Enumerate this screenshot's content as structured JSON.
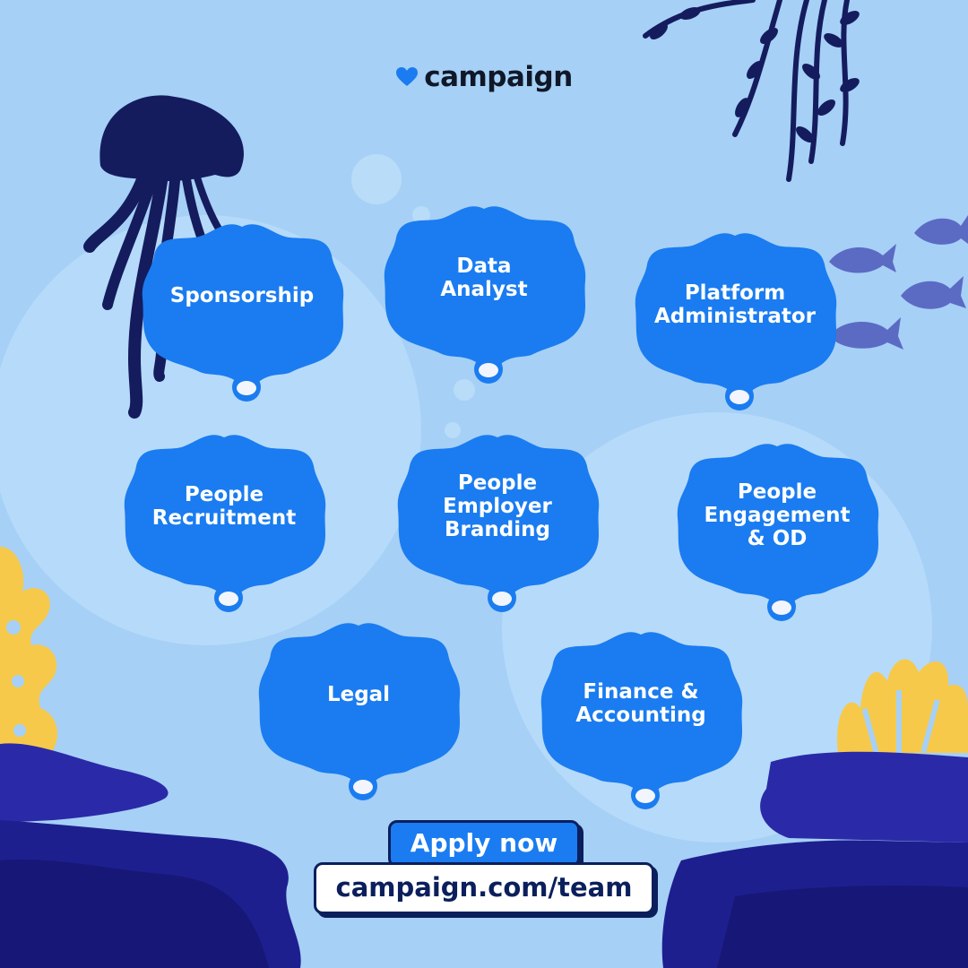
{
  "brand": {
    "name": "campaign",
    "icon": "heart-icon"
  },
  "colors": {
    "background": "#a6d0f6",
    "shell": "#1a7cf0",
    "dark": "#141c5e",
    "coral": "#f7c94a",
    "fish": "#5b6bc4"
  },
  "roles": [
    {
      "label": "Sponsorship"
    },
    {
      "label": "Data\nAnalyst"
    },
    {
      "label": "Platform\nAdministrator"
    },
    {
      "label": "People\nRecruitment"
    },
    {
      "label": "People\nEmployer\nBranding"
    },
    {
      "label": "People\nEngagement\n& OD"
    },
    {
      "label": "Legal"
    },
    {
      "label": "Finance &\nAccounting"
    }
  ],
  "cta": {
    "apply_label": "Apply now",
    "url": "campaign.com/team"
  }
}
